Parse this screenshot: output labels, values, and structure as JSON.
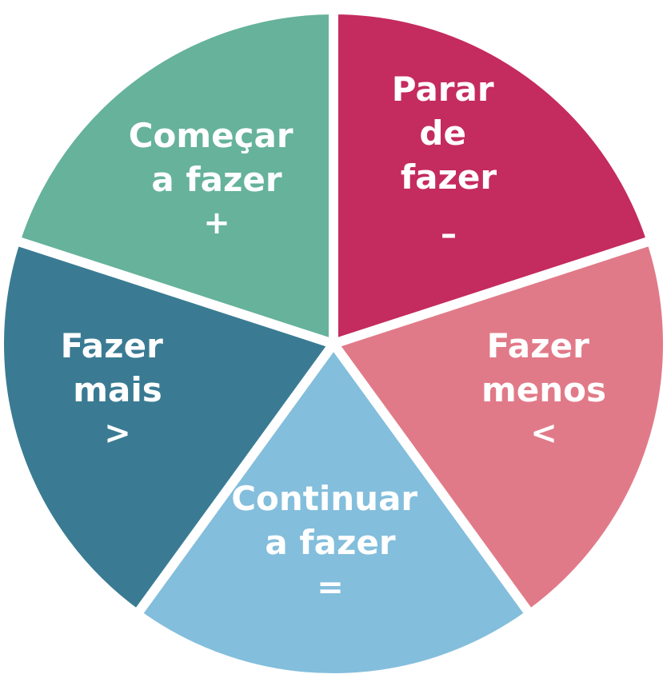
{
  "diagram": {
    "segments": [
      {
        "id": "stop",
        "lines": [
          "Parar",
          "de",
          "fazer"
        ],
        "symbol": "–",
        "color": "#c42b5e"
      },
      {
        "id": "less",
        "lines": [
          "Fazer",
          "menos"
        ],
        "symbol": "<",
        "color": "#e17a88"
      },
      {
        "id": "continue",
        "lines": [
          "Continuar",
          "a fazer"
        ],
        "symbol": "=",
        "color": "#83bedc"
      },
      {
        "id": "more",
        "lines": [
          "Fazer",
          "mais"
        ],
        "symbol": ">",
        "color": "#3a7b93"
      },
      {
        "id": "start",
        "lines": [
          "Começar",
          "a fazer"
        ],
        "symbol": "+",
        "color": "#66b29b"
      }
    ],
    "separator_color": "#ffffff"
  }
}
